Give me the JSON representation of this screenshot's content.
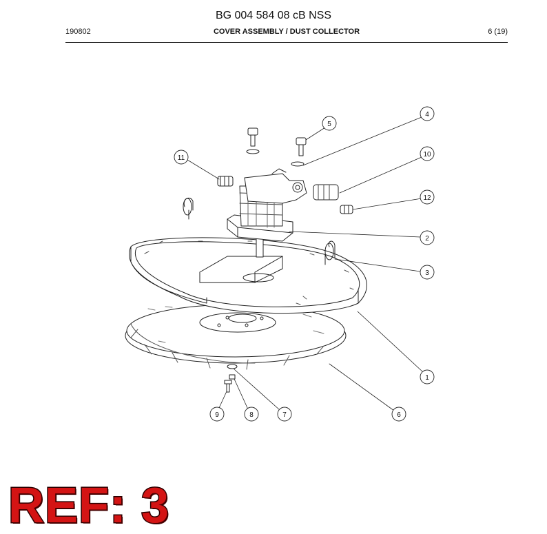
{
  "header": {
    "title": "BG 004 584 08 cB NSS",
    "date_code": "190802",
    "section": "COVER ASSEMBLY / DUST COLLECTOR",
    "page": "6 (19)"
  },
  "callouts": [
    "1",
    "2",
    "3",
    "4",
    "5",
    "6",
    "7",
    "8",
    "9",
    "10",
    "11",
    "12"
  ],
  "stamp": {
    "text": "REF: 3",
    "color": "#d41414"
  }
}
